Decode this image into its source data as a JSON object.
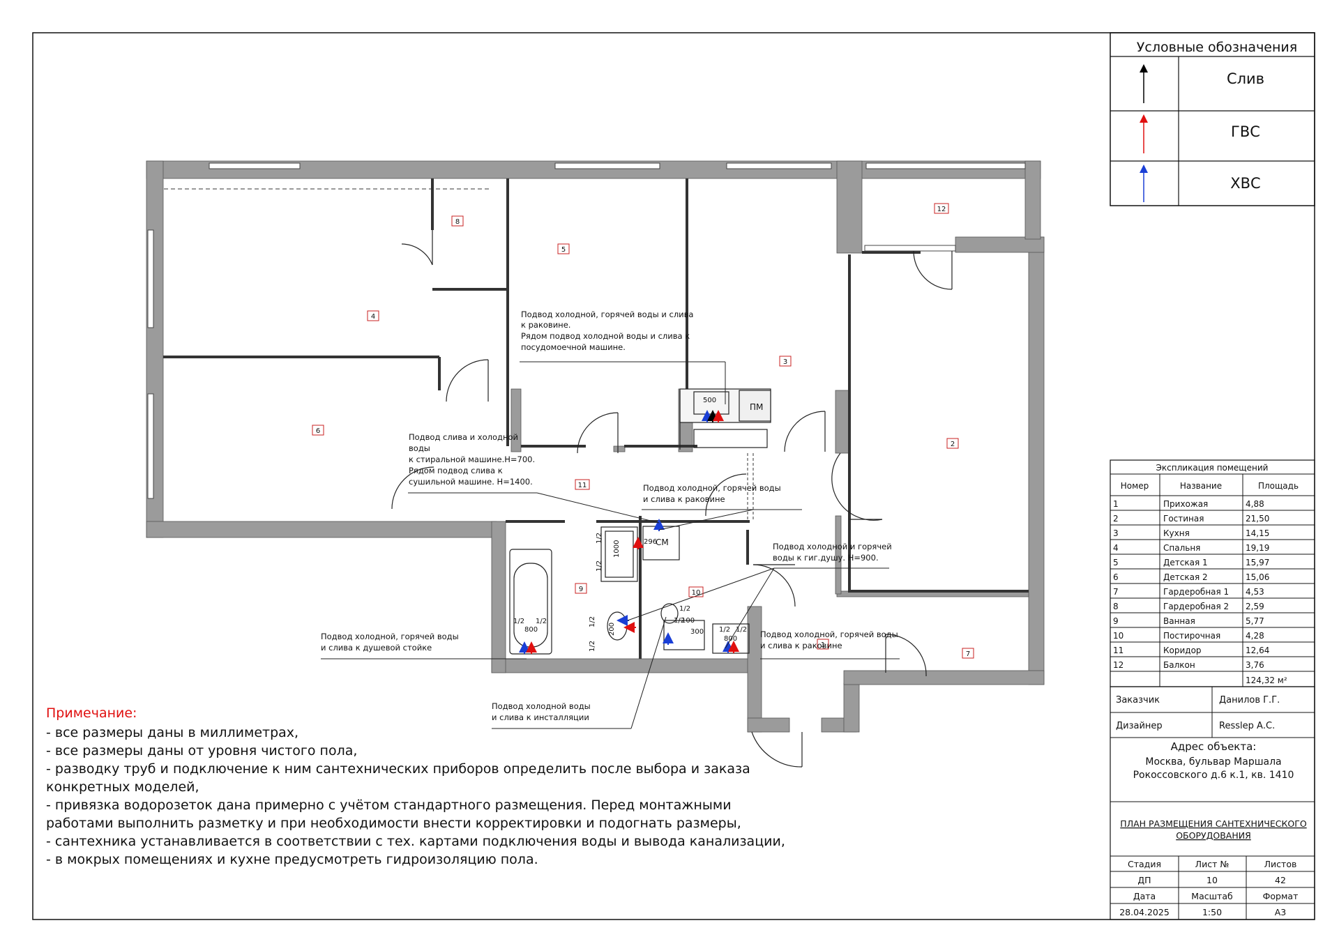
{
  "legend": {
    "title": "Условные обозначения",
    "items": [
      {
        "label": "Слив",
        "color": "#000000"
      },
      {
        "label": "ГВС",
        "color": "#e01010"
      },
      {
        "label": "ХВС",
        "color": "#1a3fd6"
      }
    ]
  },
  "rooms": [
    {
      "num": "1",
      "name": "Прихожая",
      "area": "4,88"
    },
    {
      "num": "2",
      "name": "Гостиная",
      "area": "21,50"
    },
    {
      "num": "3",
      "name": "Кухня",
      "area": "14,15"
    },
    {
      "num": "4",
      "name": "Спальня",
      "area": "19,19"
    },
    {
      "num": "5",
      "name": "Детская 1",
      "area": "15,97"
    },
    {
      "num": "6",
      "name": "Детская 2",
      "area": "15,06"
    },
    {
      "num": "7",
      "name": "Гардеробная 1",
      "area": "4,53"
    },
    {
      "num": "8",
      "name": "Гардеробная 2",
      "area": "2,59"
    },
    {
      "num": "9",
      "name": "Ванная",
      "area": "5,77"
    },
    {
      "num": "10",
      "name": "Постирочная",
      "area": "4,28"
    },
    {
      "num": "11",
      "name": "Коридор",
      "area": "12,64"
    },
    {
      "num": "12",
      "name": "Балкон",
      "area": "3,76"
    }
  ],
  "explication": {
    "title": "Экспликация помещений",
    "col_num": "Номер",
    "col_name": "Название",
    "col_area": "Площадь",
    "total": "124,32 м²"
  },
  "info": {
    "client_label": "Заказчик",
    "client": "Данилов Г.Г.",
    "designer_label": "Дизайнер",
    "designer": "Resslер А.С.",
    "address_title": "Адрес объекта:",
    "address_line1": "Москва, бульвар Маршала",
    "address_line2": "Рокоссовского д.6 к.1, кв. 1410",
    "sheet_title_line1": "ПЛАН РАЗМЕЩЕНИЯ САНТЕХНИЧЕСКОГО",
    "sheet_title_line2": "ОБОРУДОВАНИЯ"
  },
  "stamp": {
    "stage_label": "Стадия",
    "sheet_label": "Лист №",
    "sheets_label": "Листов",
    "stage": "ДП",
    "sheet": "10",
    "sheets": "42",
    "date_label": "Дата",
    "scale_label": "Масштаб",
    "format_label": "Формат",
    "date": "28.04.2025",
    "scale": "1:50",
    "format": "А3"
  },
  "plan": {
    "room_tags": [
      "4",
      "8",
      "5",
      "3",
      "12",
      "6",
      "2",
      "11",
      "9",
      "10",
      "1",
      "7"
    ],
    "appliance_dw": "ПМ",
    "appliance_sm": "СМ",
    "dimensions": {
      "bath_len": "1000",
      "bath_w": "800",
      "wc_w": "100",
      "sink2_w": "300",
      "sink2_d": "800",
      "kitchen_sink": "500",
      "wm_depth": "296",
      "toilet": "200",
      "half": "1/2"
    },
    "callouts": {
      "kitchen": [
        "Подвод холодной, горячей воды и слива",
        "к раковине.",
        "Рядом подвод холодной воды и слива к",
        "посудомоечной машине."
      ],
      "laundry": [
        "Подвод слива и холодной",
        "воды",
        "к стиральной машине.Н=700.",
        "Рядом подвод слива к",
        "сушильной машине. Н=1400."
      ],
      "corridor_sink": [
        "Подвод холодной, горячей воды",
        "и слива к раковине"
      ],
      "shower": [
        "Подвод холодной и горячей",
        "воды к гиг.душу. Н=900."
      ],
      "shower_stand": [
        "Подвод холодной, горячей воды",
        "и слива к душевой стойке"
      ],
      "bath_sink": [
        "Подвод холодной, горячей воды",
        "и слива к раковине"
      ],
      "installation": [
        "Подвод холодной воды",
        "и слива к инсталляции"
      ]
    }
  },
  "notes": {
    "title": "Примечание:",
    "lines": [
      "- все размеры даны в миллиметрах,",
      "- все размеры даны от уровня чистого пола,",
      "- разводку труб и подключение к ним сантехнических приборов определить после выбора и заказа",
      "конкретных моделей,",
      "- привязка водорозеток дана примерно с учётом стандартного размещения. Перед  монтажными",
      "работами выполнить разметку и при необходимости внести корректировки и подогнать размеры,",
      "- сантехника устанавливается в соответствии с тех. картами подключения воды и вывода канализации,",
      "- в мокрых помещениях и кухне предусмотреть гидроизоляцию пола."
    ]
  }
}
